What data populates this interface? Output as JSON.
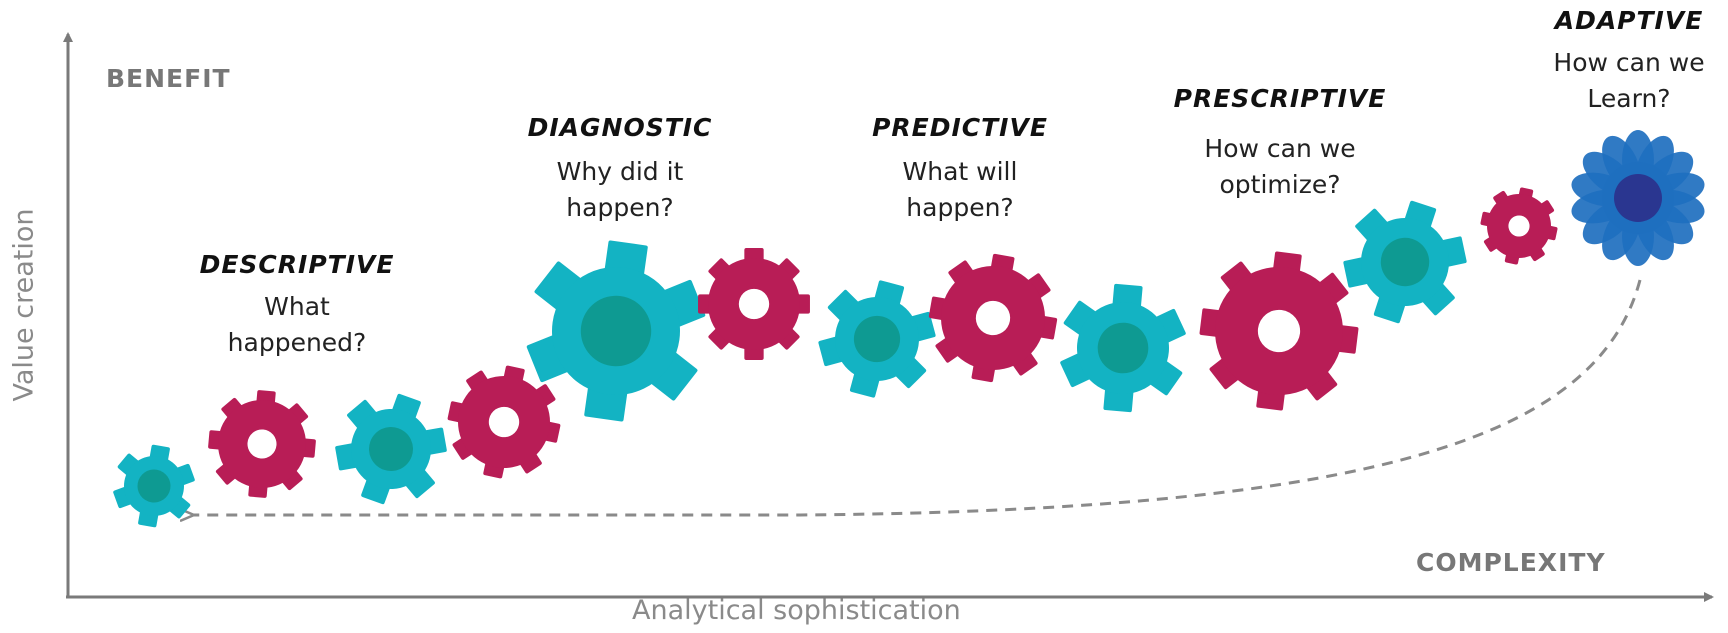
{
  "axes": {
    "y_label": "Value creation",
    "x_label": "Analytical sophistication",
    "y_end_label": "BENEFIT",
    "x_end_label": "COMPLEXITY"
  },
  "stages": [
    {
      "title": "DESCRIPTIVE",
      "question_line1": "What",
      "question_line2": "happened?"
    },
    {
      "title": "DIAGNOSTIC",
      "question_line1": "Why did it",
      "question_line2": "happen?"
    },
    {
      "title": "PREDICTIVE",
      "question_line1": "What will",
      "question_line2": "happen?"
    },
    {
      "title": "PRESCRIPTIVE",
      "question_line1": "How can we",
      "question_line2": "optimize?"
    },
    {
      "title": "ADAPTIVE",
      "question_line1": "How can we",
      "question_line2": "Learn?"
    }
  ],
  "colors": {
    "teal_gear": "#13b3c3",
    "teal_gear_center": "#0e9a92",
    "crimson_gear": "#b81d56",
    "adaptive_flower_outer": "#1e6fbf",
    "adaptive_flower_inner": "#2a3690",
    "axis": "#7a7a7a",
    "dashed_arrow": "#8a8a8a"
  },
  "icons": [
    "teal-gear-icon",
    "crimson-gear-icon",
    "adaptive-flower-icon"
  ]
}
